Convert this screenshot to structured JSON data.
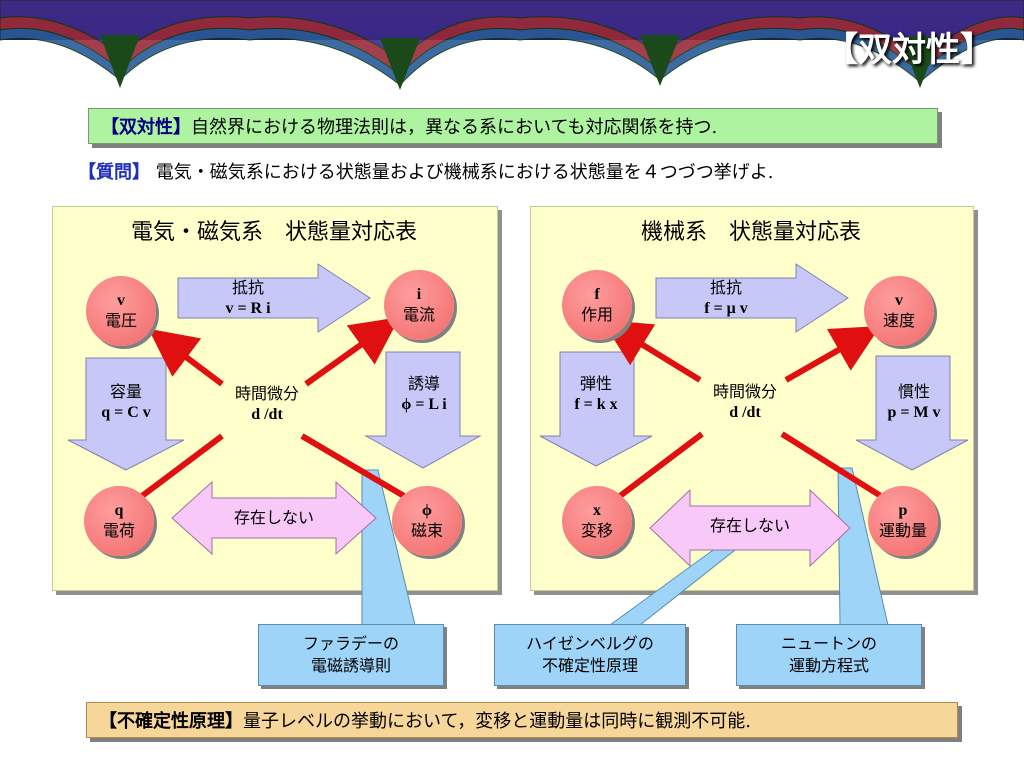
{
  "header": {
    "title": "【双対性】"
  },
  "duality_box": {
    "keyword": "【双対性】",
    "text": "自然界における物理法則は，異なる系においても対応関係を持つ."
  },
  "question": {
    "keyword": "【質問】",
    "text": "電気・磁気系における状態量および機械系における状態量を４つづつ挙げよ."
  },
  "electric": {
    "title": "電気・磁気系　状態量対応表",
    "nodes": {
      "tl": {
        "symbol": "v",
        "name": "電圧"
      },
      "tr": {
        "symbol": "i",
        "name": "電流"
      },
      "bl": {
        "symbol": "q",
        "name": "電荷"
      },
      "br": {
        "symbol": "ϕ",
        "name": "磁束"
      }
    },
    "top_arrow": {
      "name": "抵抗",
      "formula": "v = R i"
    },
    "left_arrow": {
      "name": "容量",
      "formula": "q = C v"
    },
    "right_arrow": {
      "name": "誘導",
      "formula": "ϕ = L i"
    },
    "center": {
      "name": "時間微分",
      "formula": "d /dt"
    },
    "bottom_arrow": {
      "text": "存在しない"
    }
  },
  "mechanical": {
    "title": "機械系　状態量対応表",
    "nodes": {
      "tl": {
        "symbol": "f",
        "name": "作用"
      },
      "tr": {
        "symbol": "v",
        "name": "速度"
      },
      "bl": {
        "symbol": "x",
        "name": "変移"
      },
      "br": {
        "symbol": "p",
        "name": "運動量"
      }
    },
    "top_arrow": {
      "name": "抵抗",
      "formula": "f = μ v"
    },
    "left_arrow": {
      "name": "弾性",
      "formula": "f = k x"
    },
    "right_arrow": {
      "name": "慣性",
      "formula": "p = M v"
    },
    "center": {
      "name": "時間微分",
      "formula": "d /dt"
    },
    "bottom_arrow": {
      "text": "存在しない"
    }
  },
  "callouts": {
    "faraday": {
      "line1": "ファラデーの",
      "line2": "電磁誘導則"
    },
    "heisenberg": {
      "line1": "ハイゼンベルグの",
      "line2": "不確定性原理"
    },
    "newton": {
      "line1": "ニュートンの",
      "line2": "運動方程式"
    }
  },
  "uncertainty_box": {
    "keyword": "【不確定性原理】",
    "text": "量子レベルの挙動において，変移と運動量は同時に観測不可能."
  },
  "colors": {
    "node": "#f06a6a",
    "arrow_h": "#c8c8f8",
    "arrow_pink": "#f8c8f8",
    "callout": "#9ed4f7",
    "panel": "#ffffcc",
    "red_line": "#e01010"
  }
}
